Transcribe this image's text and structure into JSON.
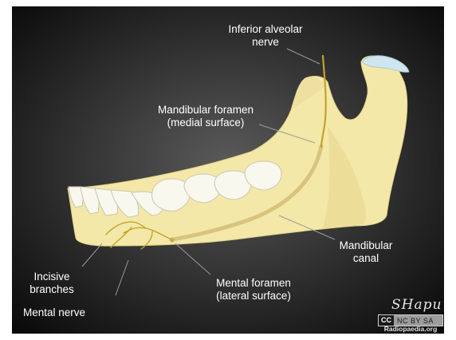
{
  "labels": {
    "inferior_alveolar_nerve": [
      "Inferior alveolar",
      "nerve"
    ],
    "mandibular_foramen": [
      "Mandibular foramen",
      "(medial surface)"
    ],
    "mandibular_canal": [
      "Mandibular",
      "canal"
    ],
    "incisive_branches": [
      "Incisive",
      "branches"
    ],
    "mental_nerve": [
      "Mental nerve"
    ],
    "mental_foramen": [
      "Mental foramen",
      "(lateral surface)"
    ]
  },
  "signature": "SHapu",
  "license": {
    "cc_mark": "CC",
    "terms": "NC BY SA",
    "site": "Radiopaedia.org"
  },
  "colors": {
    "background_center": "#5a5a5a",
    "background_edge": "#050505",
    "bone": "#f4e8a8",
    "bone_shadow": "#e6d68c",
    "tooth": "#f8f8ee",
    "cartilage": "#cfe6ee",
    "nerve": "#c2a32a",
    "canal": "#d8c47e",
    "label_text": "#ffffff",
    "pointer": "#9a9a9a"
  }
}
